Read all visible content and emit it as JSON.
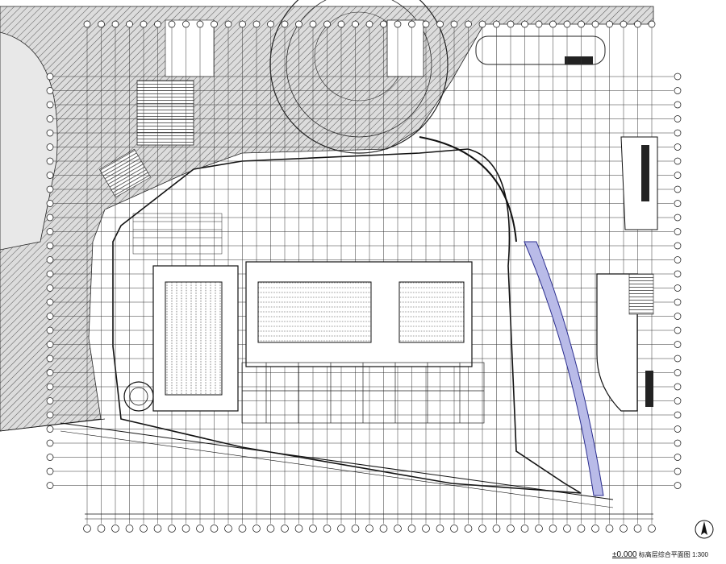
{
  "drawing": {
    "level_label": "±0.000",
    "title": "标高层综合平面图",
    "scale": "1:300"
  },
  "colors": {
    "line": "#111111",
    "hatch_fill": "#d9d9d9",
    "ramp_fill": "#b9bbe8",
    "background": "#ffffff"
  },
  "icons": {
    "north_arrow": "north-arrow-icon"
  }
}
